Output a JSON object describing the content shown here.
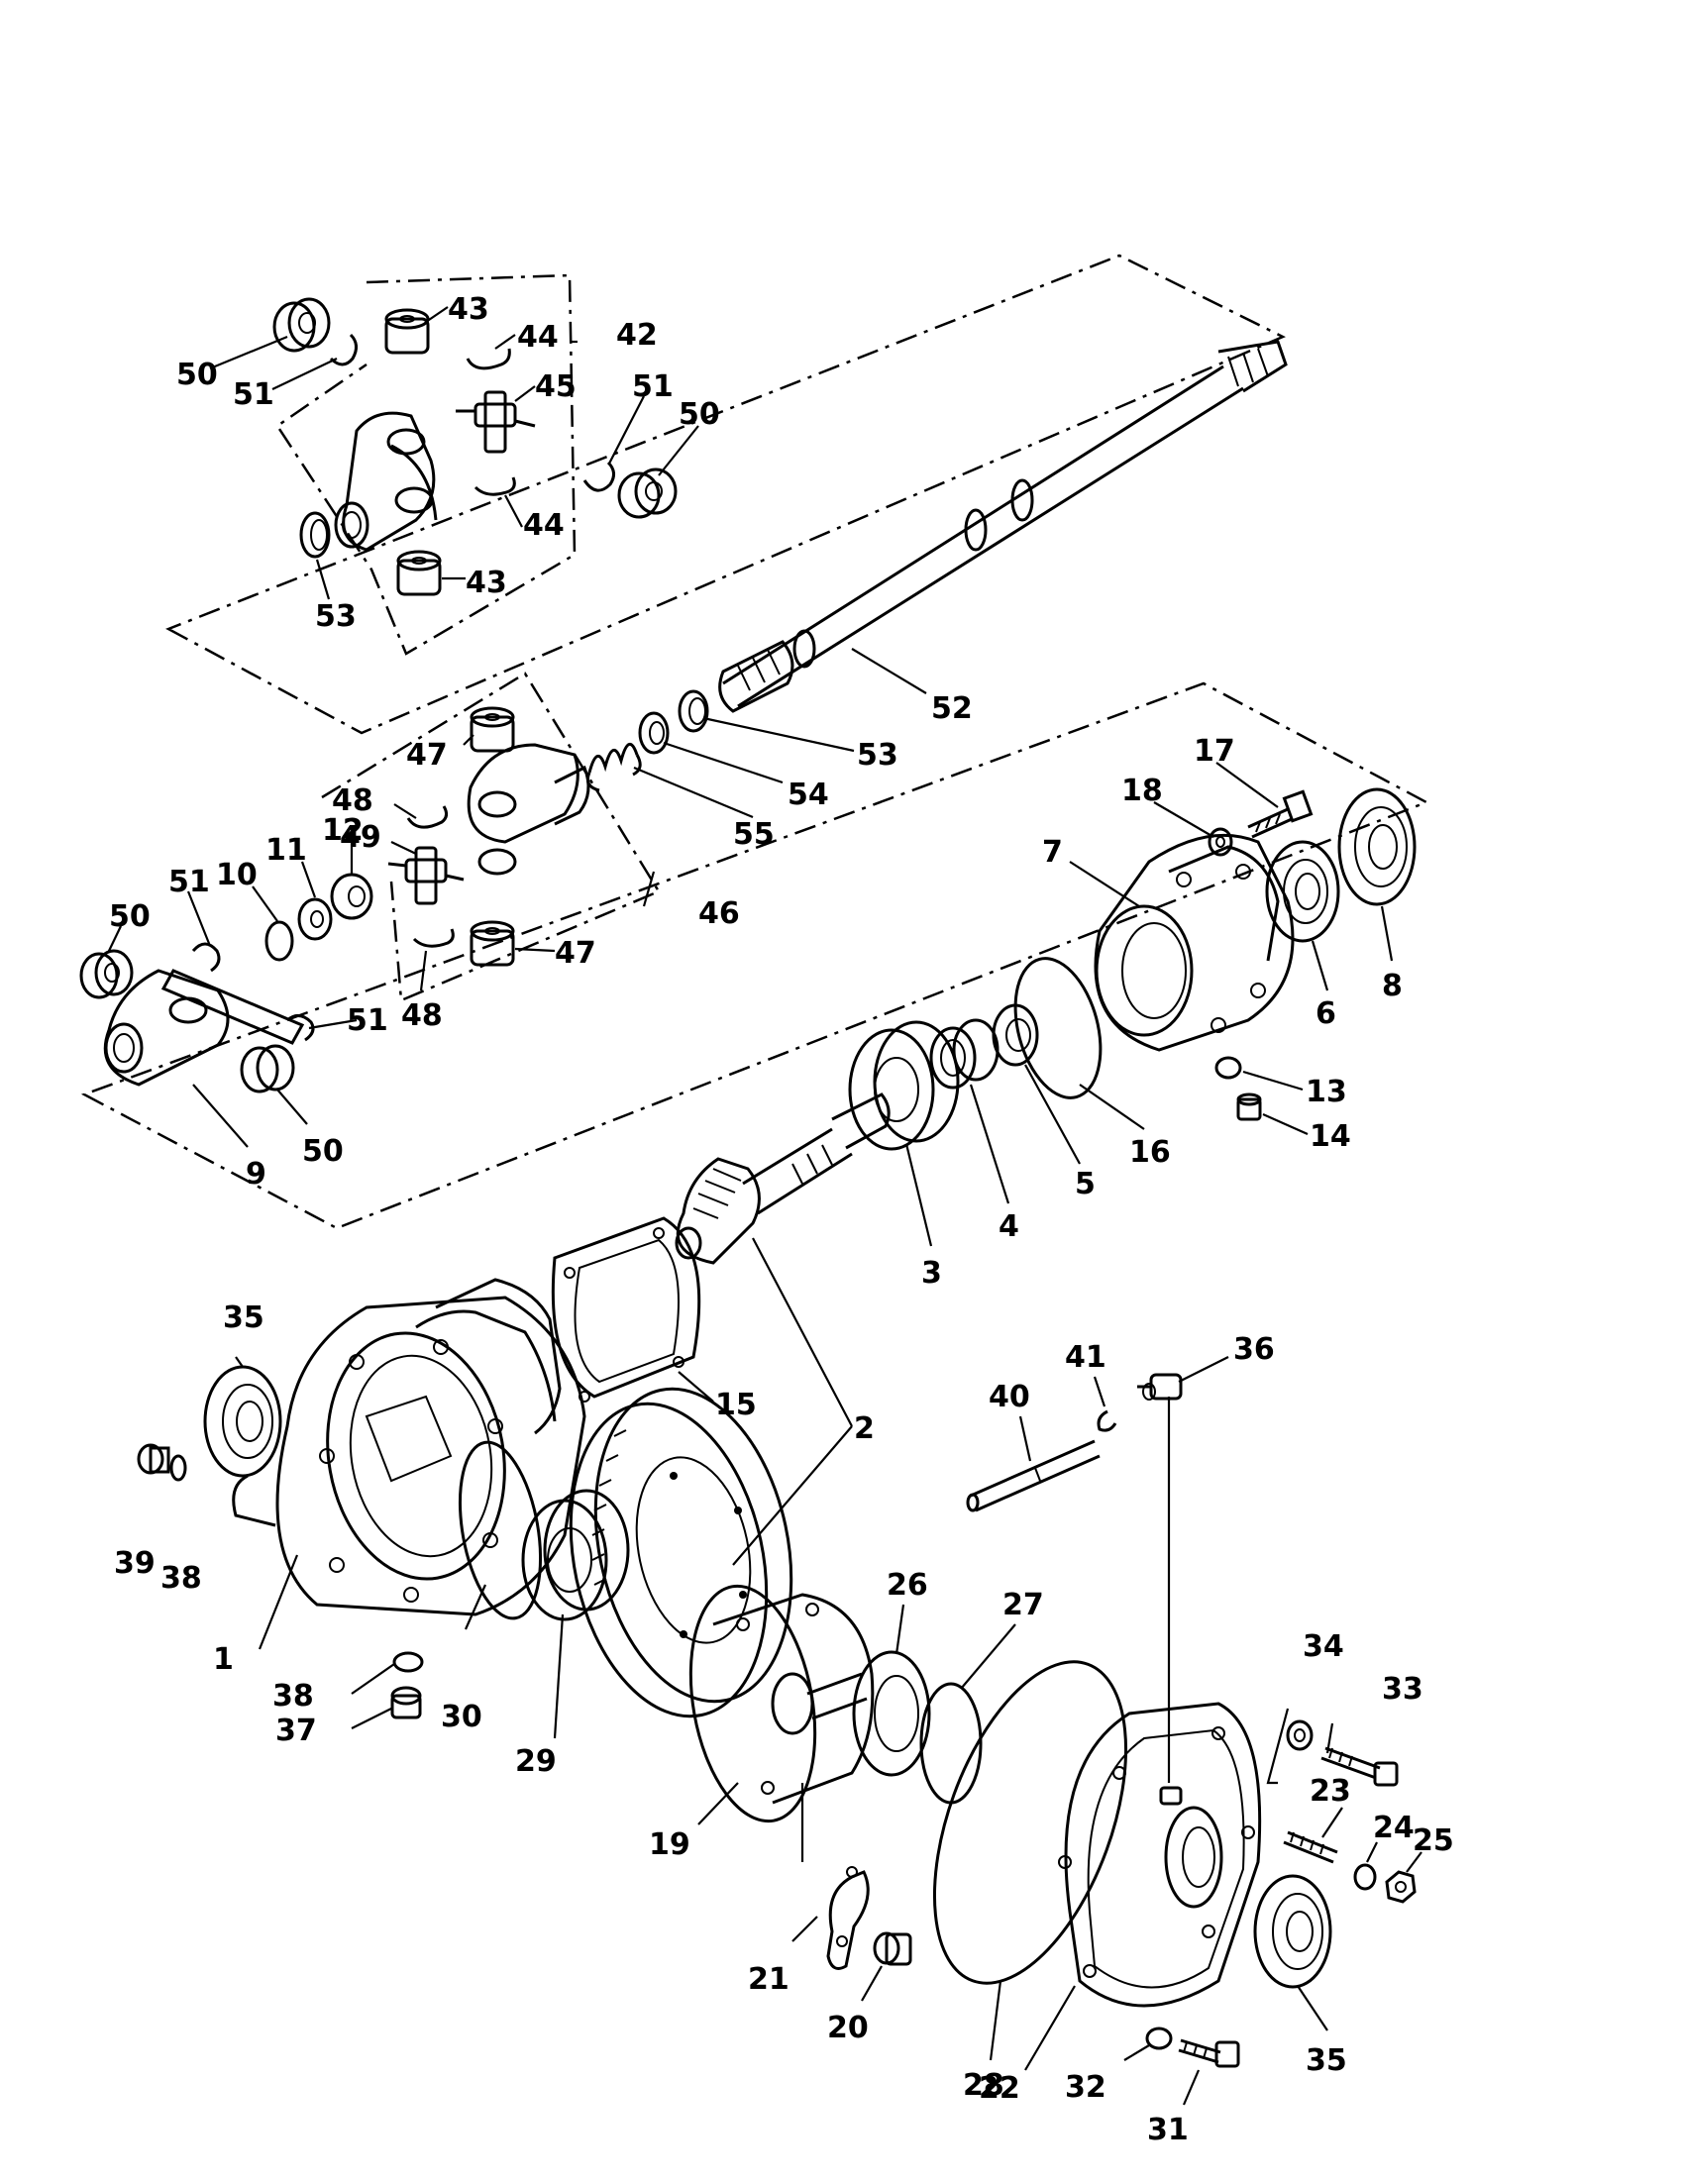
{
  "callouts": {
    "c1": "1",
    "c2": "2",
    "c3": "3",
    "c4": "4",
    "c5": "5",
    "c6": "6",
    "c7": "7",
    "c8": "8",
    "c9": "9",
    "c10": "10",
    "c11": "11",
    "c12": "12",
    "c13": "13",
    "c14": "14",
    "c15": "15",
    "c16": "16",
    "c17": "17",
    "c18": "18",
    "c19": "19",
    "c20": "20",
    "c21": "21",
    "c22": "22",
    "c23": "23",
    "c24": "24",
    "c25": "25",
    "c26": "26",
    "c27": "27",
    "c28": "28",
    "c29": "29",
    "c30": "30",
    "c31": "31",
    "c32": "32",
    "c33": "33",
    "c34": "34",
    "c35": "35",
    "c36": "36",
    "c37": "37",
    "c38": "38",
    "c39": "39",
    "c40": "40",
    "c41": "41",
    "c42": "42",
    "c43": "43",
    "c44": "44",
    "c45": "45",
    "c46": "46",
    "c47": "47",
    "c48": "48",
    "c49": "49",
    "c50": "50",
    "c51": "51",
    "c52": "52",
    "c53": "53",
    "c54": "54",
    "c55": "55"
  }
}
